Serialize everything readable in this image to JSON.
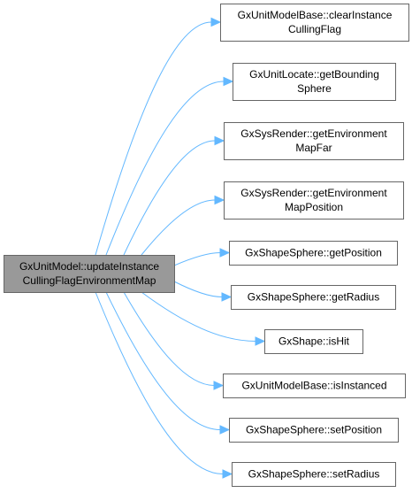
{
  "colors": {
    "edge": "#63b8ff",
    "node_border": "#666666",
    "node_fill": "#ffffff",
    "root_fill": "#999999",
    "root_border": "#666666",
    "text": "#000000"
  },
  "graph": {
    "root": {
      "lines": [
        "GxUnitModel::updateInstance",
        "CullingFlagEnvironmentMap"
      ]
    },
    "callees": [
      {
        "lines": [
          "GxUnitModelBase::clearInstance",
          "CullingFlag"
        ]
      },
      {
        "lines": [
          "GxUnitLocate::getBounding",
          "Sphere"
        ]
      },
      {
        "lines": [
          "GxSysRender::getEnvironment",
          "MapFar"
        ]
      },
      {
        "lines": [
          "GxSysRender::getEnvironment",
          "MapPosition"
        ]
      },
      {
        "lines": [
          "GxShapeSphere::getPosition"
        ]
      },
      {
        "lines": [
          "GxShapeSphere::getRadius"
        ]
      },
      {
        "lines": [
          "GxShape::isHit"
        ]
      },
      {
        "lines": [
          "GxUnitModelBase::isInstanced"
        ]
      },
      {
        "lines": [
          "GxShapeSphere::setPosition"
        ]
      },
      {
        "lines": [
          "GxShapeSphere::setRadius"
        ]
      }
    ]
  }
}
